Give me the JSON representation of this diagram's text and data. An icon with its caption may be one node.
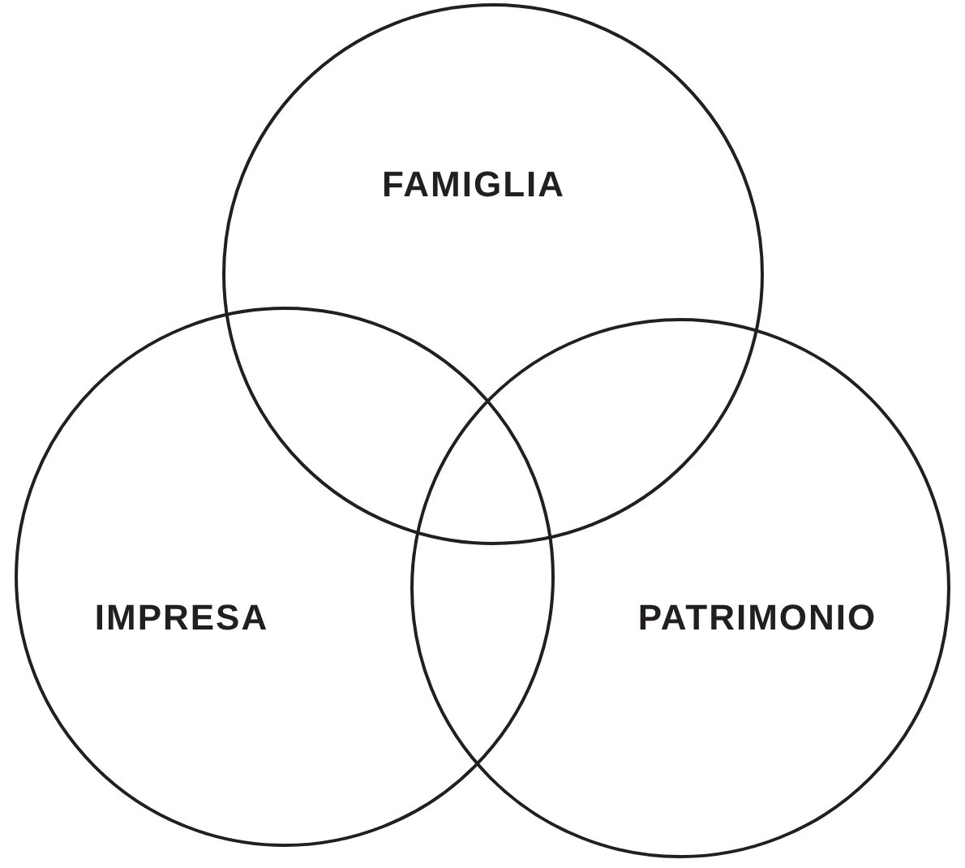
{
  "diagram": {
    "nodes": [
      {
        "text": [
          "FAMIGLIA"
        ]
      },
      {
        "text": [
          "IMPRESA"
        ]
      },
      {
        "text": [
          "PATRIMONIO"
        ]
      }
    ],
    "edges": []
  }
}
